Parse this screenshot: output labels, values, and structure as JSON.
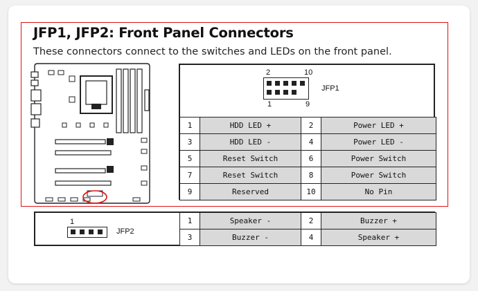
{
  "heading": "JFP1, JFP2: Front Panel Connectors",
  "description": "These connectors connect to the switches and LEDs on the front panel.",
  "jfp1": {
    "name": "JFP1",
    "top_left": "2",
    "top_right": "10",
    "bottom_left": "1",
    "bottom_right": "9",
    "rows": [
      {
        "pin_a": "1",
        "sig_a": "HDD LED +",
        "pin_b": "2",
        "sig_b": "Power LED +"
      },
      {
        "pin_a": "3",
        "sig_a": "HDD LED -",
        "pin_b": "4",
        "sig_b": "Power LED -"
      },
      {
        "pin_a": "5",
        "sig_a": "Reset Switch",
        "pin_b": "6",
        "sig_b": "Power Switch"
      },
      {
        "pin_a": "7",
        "sig_a": "Reset Switch",
        "pin_b": "8",
        "sig_b": "Power Switch"
      },
      {
        "pin_a": "9",
        "sig_a": "Reserved",
        "pin_b": "10",
        "sig_b": "No Pin"
      }
    ]
  },
  "jfp2": {
    "name": "JFP2",
    "pin1": "1",
    "rows": [
      {
        "pin_a": "1",
        "sig_a": "Speaker -",
        "pin_b": "2",
        "sig_b": "Buzzer +"
      },
      {
        "pin_a": "3",
        "sig_a": "Buzzer -",
        "pin_b": "4",
        "sig_b": "Speaker +"
      }
    ]
  },
  "colors": {
    "highlight_border": "#d11111",
    "row_gray": "#d9d9d9"
  }
}
